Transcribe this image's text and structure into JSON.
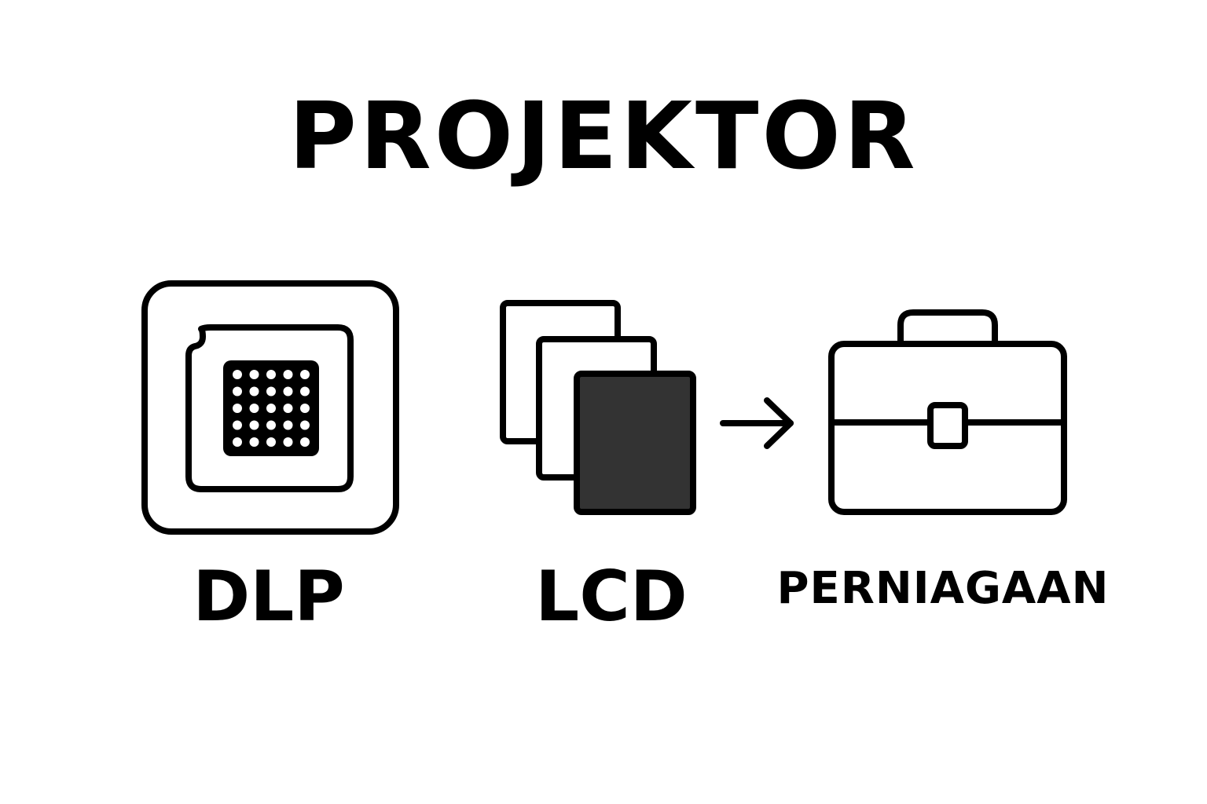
{
  "title": "PROJEKTOR",
  "items": [
    {
      "label": "DLP",
      "icon": "dlp-chip-icon"
    },
    {
      "label": "LCD",
      "icon": "lcd-panels-icon"
    },
    {
      "label": "PERNIAGAAN",
      "icon": "briefcase-icon"
    }
  ],
  "connector": {
    "icon": "arrow-right-icon"
  },
  "colors": {
    "stroke": "#000000",
    "panel_fill": "#333333",
    "background": "#ffffff"
  }
}
